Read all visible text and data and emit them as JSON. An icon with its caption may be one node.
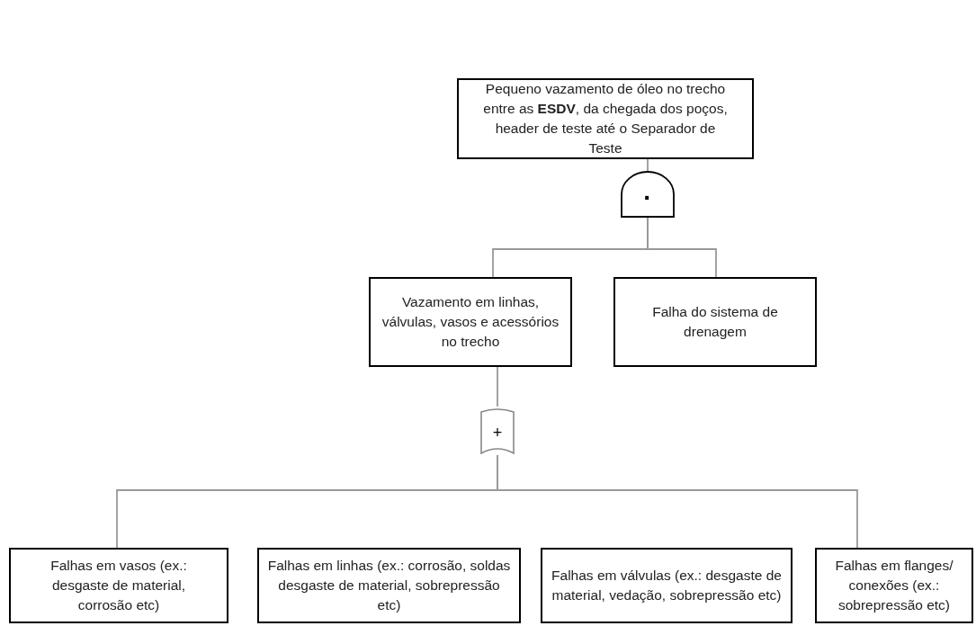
{
  "diagram": {
    "nodes": [
      {
        "text": [
          "Pequeno vazamento de óleo no trecho entre as **ESDV**, da chegada dos poços, header de teste até o Separador de Teste"
        ]
      },
      {
        "text": [
          "·"
        ]
      },
      {
        "text": [
          "Vazamento em linhas, válvulas, vasos e acessórios no trecho"
        ]
      },
      {
        "text": [
          "Falha do sistema de drenagem"
        ]
      },
      {
        "text": [
          "+"
        ]
      },
      {
        "text": [
          "Falhas em vasos (ex.: desgaste de material, corrosão etc)"
        ]
      },
      {
        "text": [
          "Falhas em linhas (ex.: corrosão, soldas desgaste de material, sobrepressão etc)"
        ]
      },
      {
        "text": [
          "Falhas em válvulas (ex.: desgaste de material, vedação, sobrepressão etc)"
        ]
      },
      {
        "text": [
          "Falhas em flanges/ conexões (ex.: sobrepressão etc)"
        ]
      }
    ],
    "edges": [
      {
        "from": 0,
        "to": 1,
        "arrow": "none"
      },
      {
        "from": 1,
        "to": 2,
        "arrow": "none"
      },
      {
        "from": 1,
        "to": 3,
        "arrow": "none"
      },
      {
        "from": 2,
        "to": 4,
        "arrow": "none"
      },
      {
        "from": 4,
        "to": 5,
        "arrow": "none"
      },
      {
        "from": 4,
        "to": 8,
        "arrow": "none"
      }
    ]
  }
}
